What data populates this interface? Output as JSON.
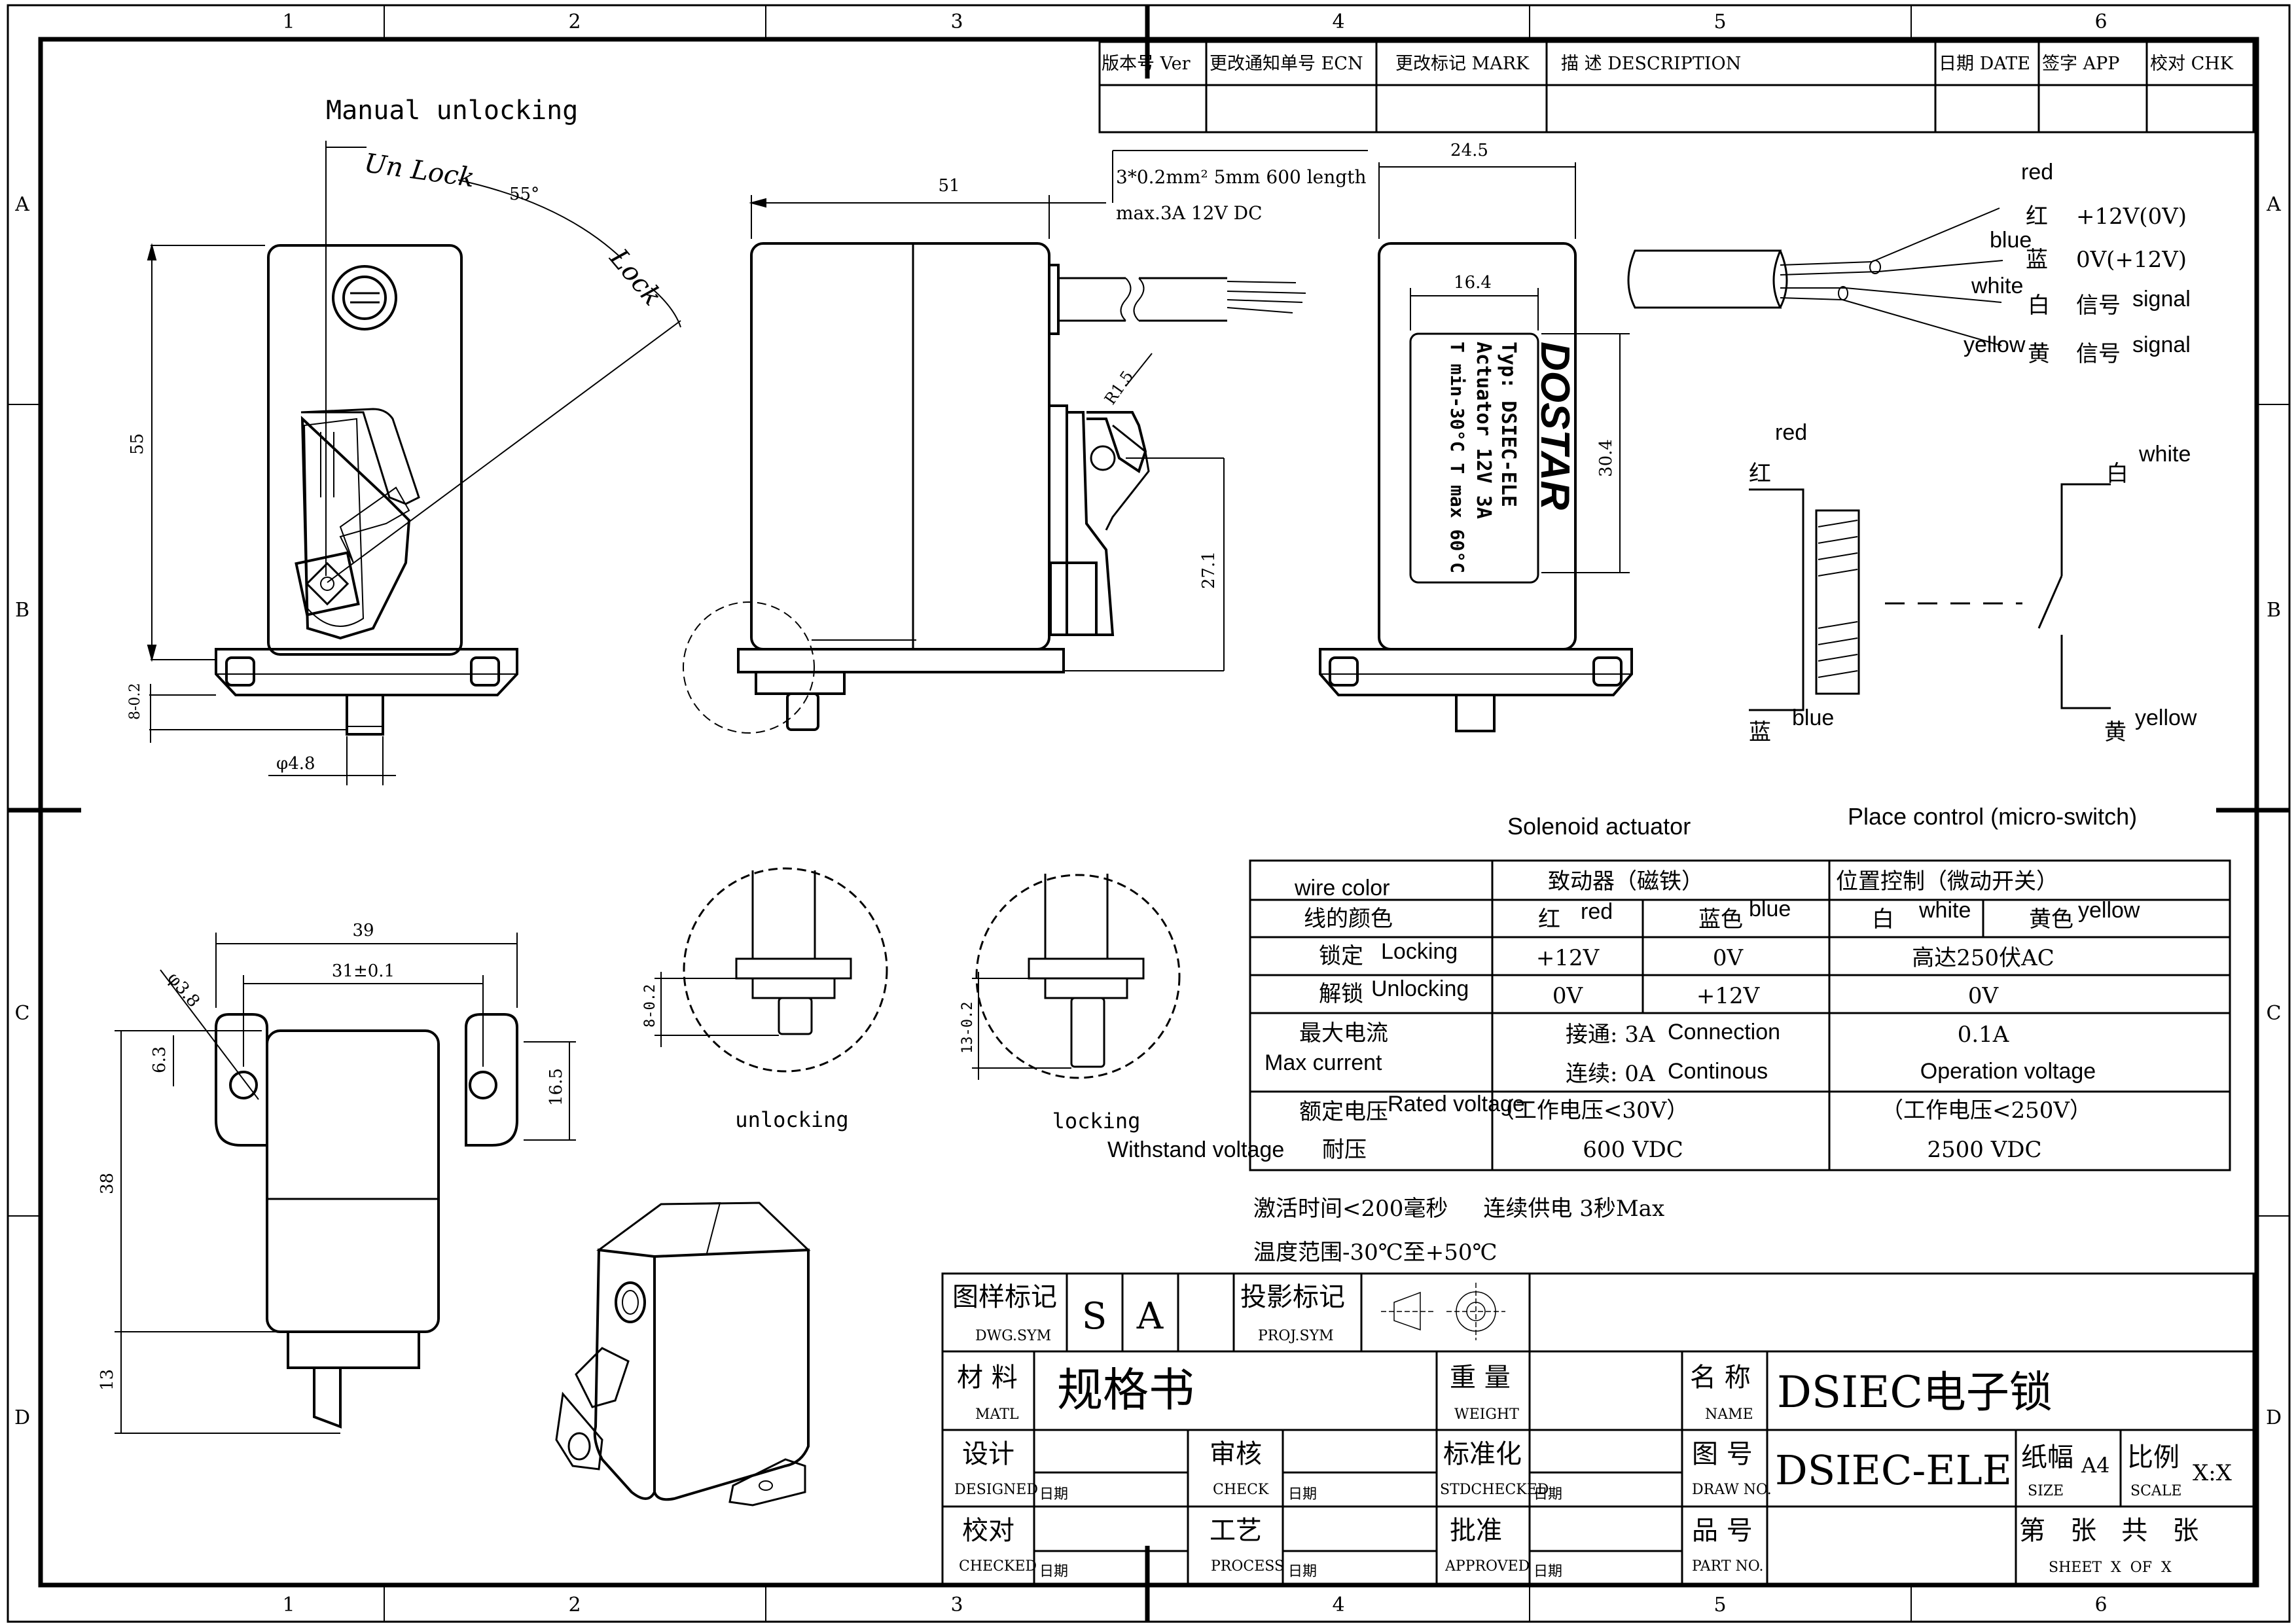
{
  "frame": {
    "col_labels": [
      "1",
      "2",
      "3",
      "4",
      "5",
      "6"
    ],
    "row_labels": [
      "A",
      "B",
      "C",
      "D"
    ]
  },
  "revision_table": {
    "headers": [
      "版本号 Ver",
      "更改通知单号 ECN",
      "更改标记 MARK",
      "描 述 DESCRIPTION",
      "日期 DATE",
      "签字 APP",
      "校对 CHK"
    ]
  },
  "views": {
    "front": {
      "manual_unlocking": "Manual unlocking",
      "un_lock": "Un Lock",
      "angle": "55°",
      "lock": "Lock",
      "dim_height": "55",
      "dim_shaft": "8-0.2",
      "dim_shaft_dia": "φ4.8"
    },
    "side": {
      "dim_width": "51",
      "cable_spec": "3*0.2mm² 5mm 600 length",
      "cable_rating": "max.3A 12V DC",
      "radius": "R1.5",
      "dim_lever": "27.1"
    },
    "rear": {
      "dim_width": "24.5",
      "dim_label_w": "16.4",
      "dim_label_h": "30.4",
      "label_brand": "DOSTAR",
      "label_type": "Typ: DSIEC-ELE",
      "label_actuator": "Actuator  12V 3A",
      "label_temp": "T min-30°C  T max 60°C"
    },
    "bottom": {
      "dim_width": "39",
      "dim_holes": "31±0.1",
      "dim_hole_dia": "φ3.8",
      "dim_offset": "6.3",
      "dim_flange": "16.5",
      "dim_body": "38",
      "dim_lever": "13"
    },
    "details": {
      "unlocking": "unlocking",
      "locking": "locking",
      "dim_unlock": "8-0.2",
      "dim_lock": "13-0.2"
    }
  },
  "wiring": {
    "wires": [
      {
        "en": "red",
        "cn": "红",
        "value": "+12V(0V)"
      },
      {
        "en": "blue",
        "cn": "蓝",
        "value": "0V(+12V)"
      },
      {
        "en": "white",
        "cn": "白",
        "value": "信号",
        "extra": "signal"
      },
      {
        "en": "yellow",
        "cn": "黄",
        "value": "信号",
        "extra": "signal"
      }
    ],
    "schematic": {
      "red_en": "red",
      "red_cn": "红",
      "blue_en": "blue",
      "blue_cn": "蓝",
      "white_en": "white",
      "white_cn": "白",
      "yellow_en": "yellow",
      "yellow_cn": "黄"
    }
  },
  "spec_table": {
    "title_solenoid": "Solenoid actuator",
    "title_switch": "Place control (micro-switch)",
    "rows": {
      "wire_color_en": "wire color",
      "wire_color_cn": "线的颜色",
      "solenoid_cn": "致动器（磁铁）",
      "switch_cn": "位置控制（微动开关）",
      "red_cn": "红",
      "red_en": "red",
      "blue_cn": "蓝色",
      "blue_en": "blue",
      "white_cn": "白",
      "white_en": "white",
      "yellow_cn": "黄色",
      "yellow_en": "yellow",
      "locking_cn": "锁定",
      "locking_en": "Locking",
      "locking_red": "+12V",
      "locking_blue": "0V",
      "locking_switch": "高达250伏AC",
      "unlocking_cn": "解锁",
      "unlocking_en": "Unlocking",
      "unlocking_red": "0V",
      "unlocking_blue": "+12V",
      "unlocking_switch": "0V",
      "maxcur_cn": "最大电流",
      "maxcur_en": "Max current",
      "conn_cn": "接通: 3A",
      "conn_en": "Connection",
      "cont_cn": "连续: 0A",
      "cont_en": "Continous",
      "switch_cur": "0.1A",
      "op_voltage_en": "Operation voltage",
      "rated_cn": "额定电压",
      "rated_en": "Rated voltage",
      "rated_sol": "（工作电压<30V）",
      "rated_sw": "（工作电压<250V）",
      "withstand_en": "Withstand voltage",
      "withstand_cn": "耐压",
      "withstand_sol": "600 VDC",
      "withstand_sw": "2500 VDC"
    }
  },
  "notes": {
    "line1": "激活时间<200毫秒     连续供电 3秒Max",
    "line2": "温度范围-30℃至+50℃"
  },
  "title_block": {
    "dwg_sym_cn": "图样标记",
    "dwg_sym_en": "DWG.SYM",
    "sym_s": "S",
    "sym_a": "A",
    "proj_sym_cn": "投影标记",
    "proj_sym_en": "PROJ.SYM",
    "matl_cn": "材 料",
    "matl_en": "MATL",
    "matl_value": "规格书",
    "weight_cn": "重 量",
    "weight_en": "WEIGHT",
    "name_cn": "名 称",
    "name_en": "NAME",
    "name_value": "DSIEC电子锁",
    "designed_cn": "设计",
    "designed_en": "DESIGNED",
    "check_cn": "审核",
    "check_en": "CHECK",
    "std_cn": "标准化",
    "std_en": "STDCHECKED",
    "drawno_cn": "图 号",
    "drawno_en": "DRAW NO.",
    "drawno_value": "DSIEC-ELE",
    "size_cn": "纸幅",
    "size_en": "SIZE",
    "size_value": "A4",
    "scale_cn": "比例",
    "scale_en": "SCALE",
    "scale_value": "X:X",
    "checked_cn": "校对",
    "checked_en": "CHECKED",
    "process_cn": "工艺",
    "process_en": "PROCESS",
    "approved_cn": "批准",
    "approved_en": "APPROVED",
    "part_cn": "品 号",
    "part_en": "PART NO.",
    "date_label": "日期",
    "sheet_cn": "第   张   共   张",
    "sheet_en": "SHEET  X  OF  X"
  }
}
